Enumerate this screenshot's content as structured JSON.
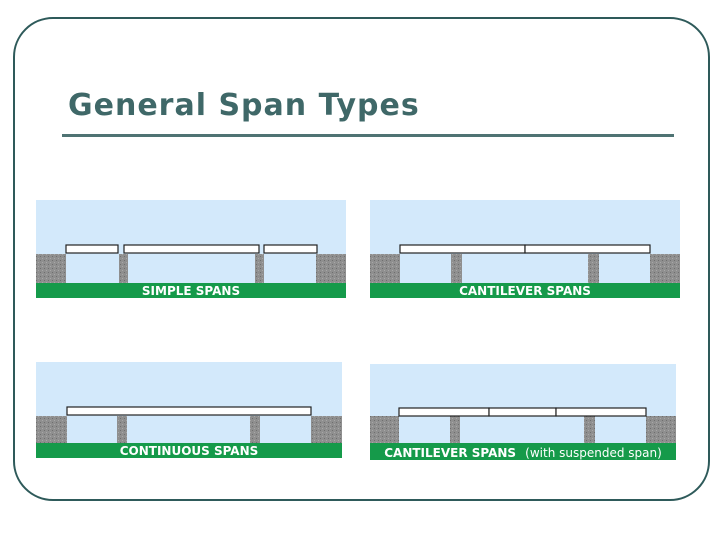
{
  "slide": {
    "title": "General Span Types"
  },
  "diagrams": {
    "simple": {
      "label": "SIMPLE SPANS"
    },
    "cantilever": {
      "label": "CANTILEVER SPANS"
    },
    "continuous": {
      "label": "CONTINUOUS SPANS"
    },
    "cantilever_suspended": {
      "label_main": "CANTILEVER SPANS",
      "label_paren": "(with suspended span)"
    }
  },
  "colors": {
    "frame": "#2e5a5a",
    "title": "#3f6868",
    "sky": "#d3e9fb",
    "ground": "#159a4a",
    "abutment": "#8f8f8f",
    "deck": "#ffffff",
    "deck_stroke": "#222222"
  }
}
